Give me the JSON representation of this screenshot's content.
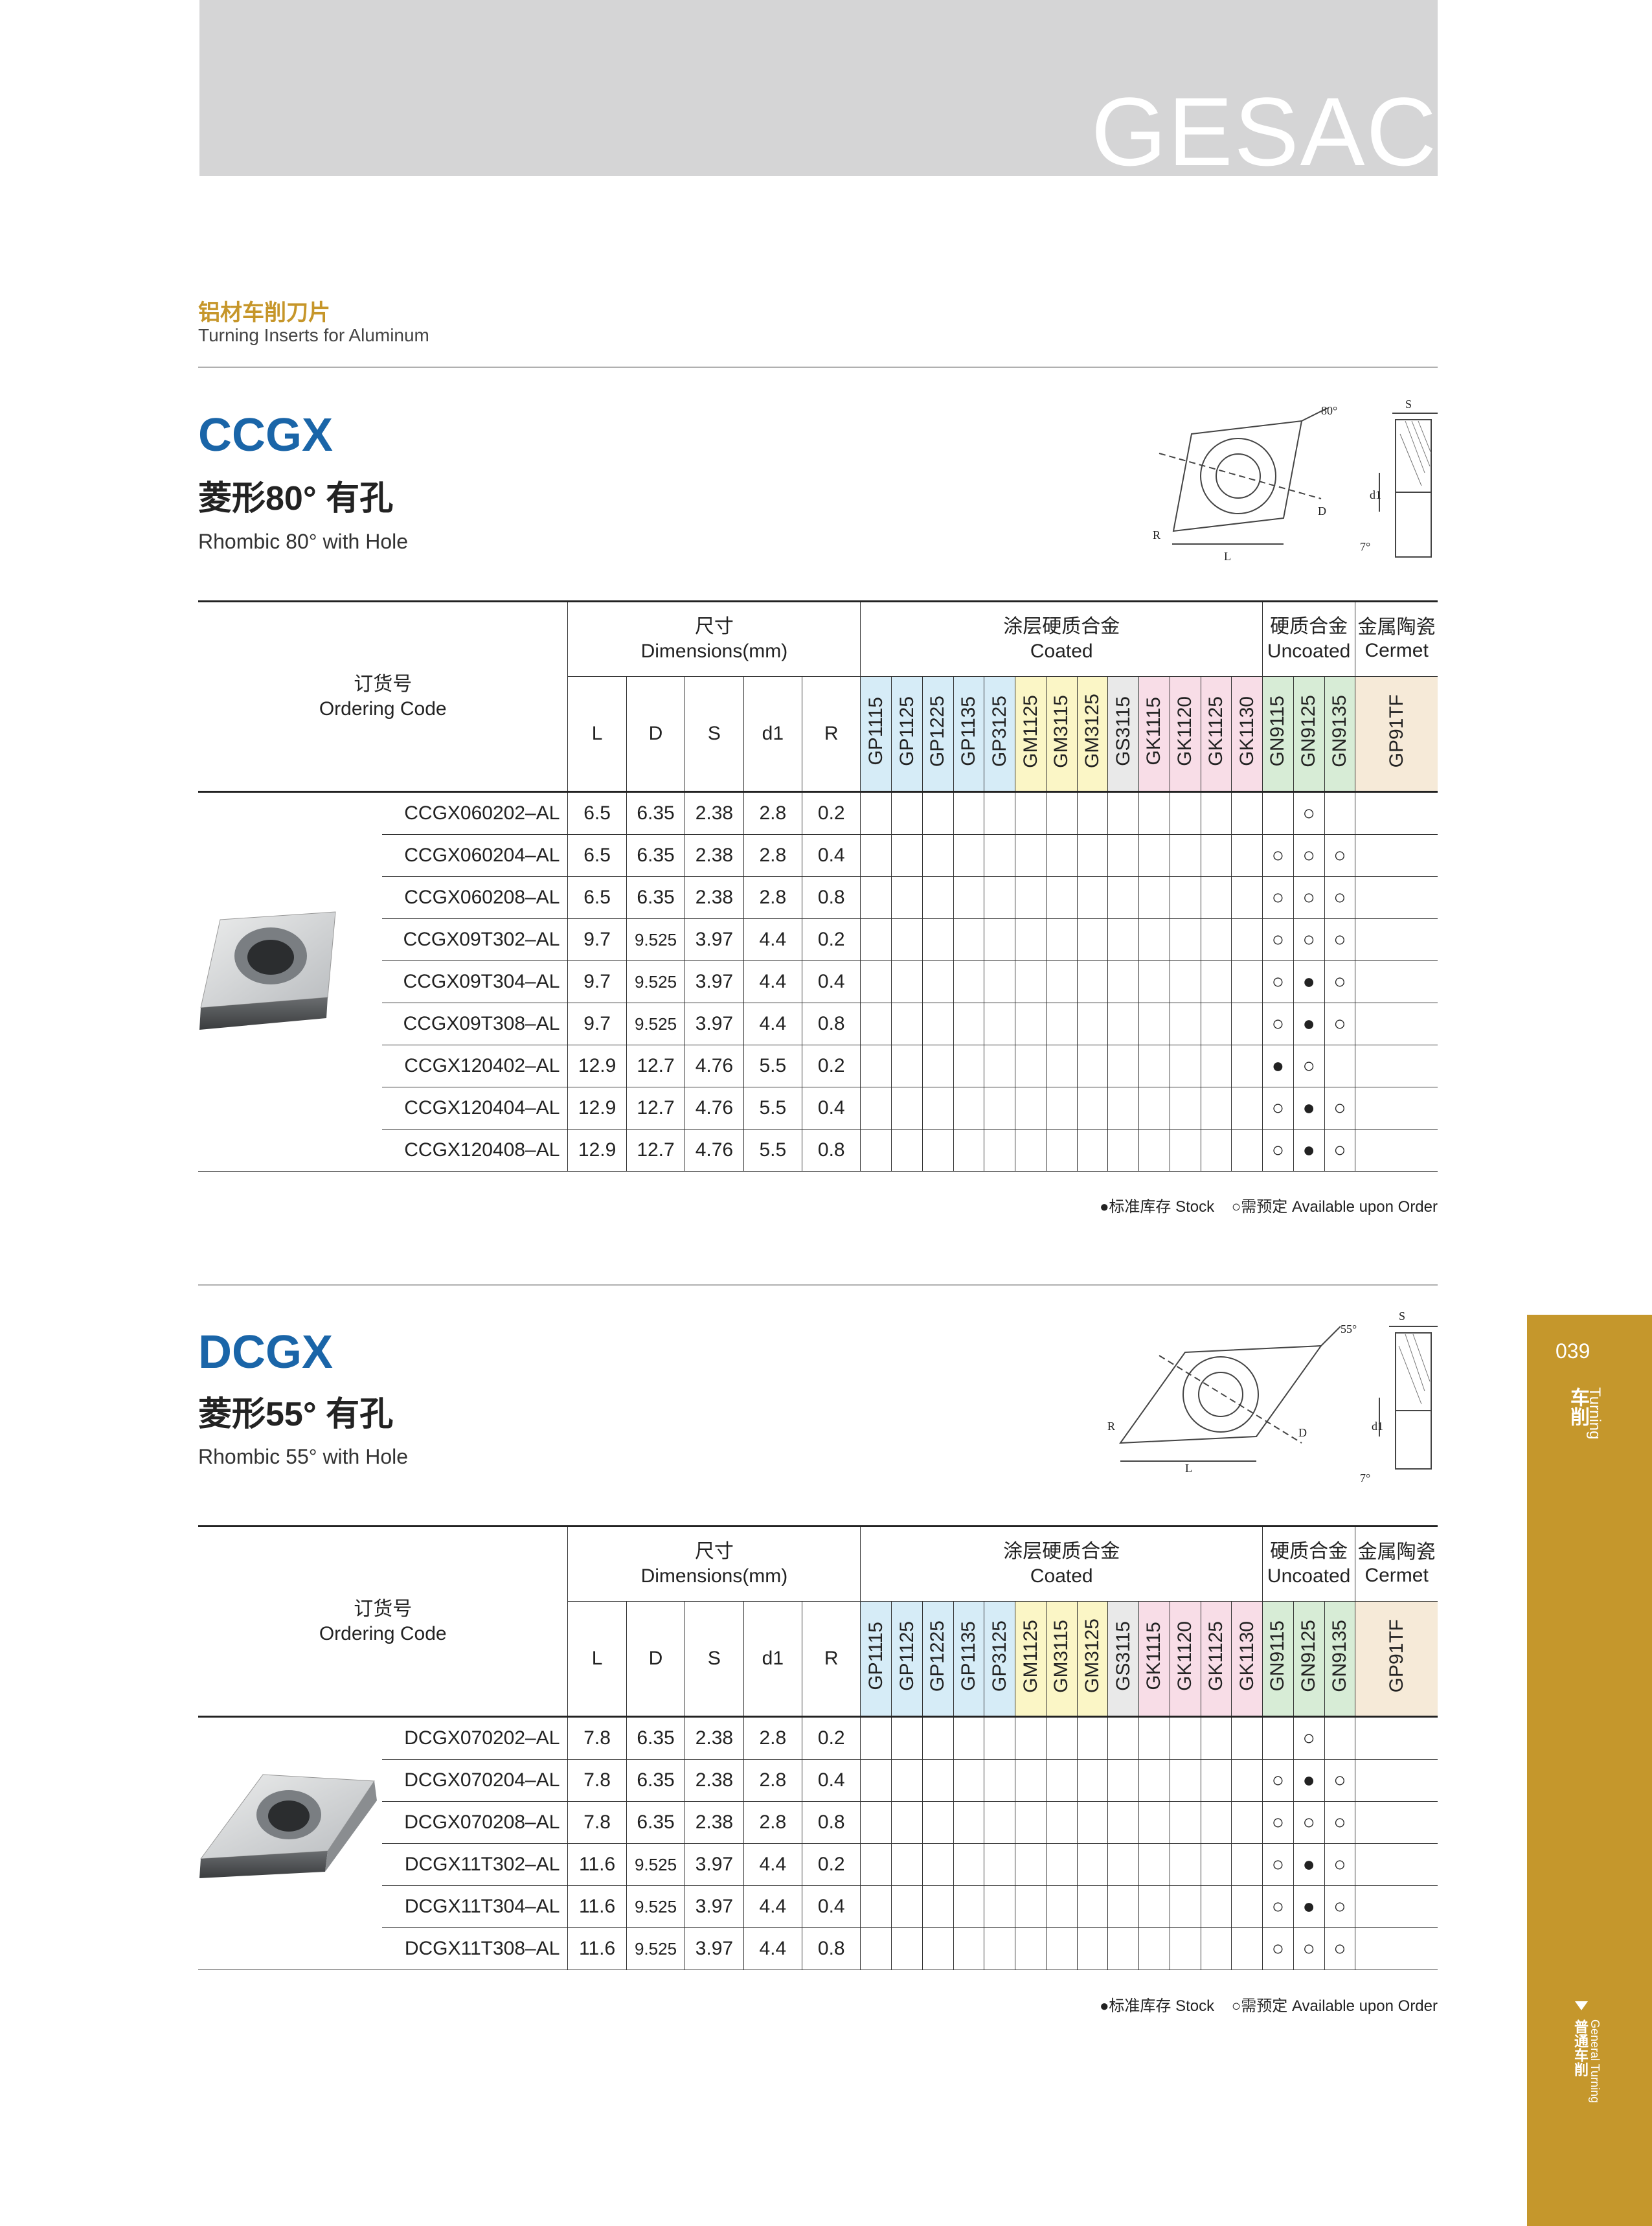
{
  "brand": "GESAC",
  "section": {
    "title_cn": "铝材车削刀片",
    "title_en": "Turning Inserts for Aluminum"
  },
  "headers": {
    "ordering_cn": "订货号",
    "ordering_en": "Ordering Code",
    "dims_cn": "尺寸",
    "dims_en": "Dimensions(mm)",
    "coated_cn": "涂层硬质合金",
    "coated_en": "Coated",
    "uncoated_cn": "硬质合金",
    "uncoated_en": "Uncoated",
    "cermet_cn": "金属陶瓷",
    "cermet_en": "Cermet",
    "dim_cols": [
      "L",
      "D",
      "S",
      "d1",
      "R"
    ],
    "grades": [
      "GP1115",
      "GP1125",
      "GP1225",
      "GP1135",
      "GP3125",
      "GM1125",
      "GM3115",
      "GM3125",
      "GS3115",
      "GK1115",
      "GK1120",
      "GK1125",
      "GK1130",
      "GN9115",
      "GN9125",
      "GN9135",
      "GP91TF"
    ]
  },
  "diagram_labels": {
    "angle1": "80°",
    "angle2": "55°",
    "s": "S",
    "d": "D",
    "d1": "d1",
    "l": "L",
    "r": "R",
    "clearance": "7°"
  },
  "legend": {
    "stock": "●标准库存 Stock",
    "order": "○需预定 Available upon Order"
  },
  "ccgx": {
    "model": "CCGX",
    "shape_cn": "菱形80° 有孔",
    "shape_en": "Rhombic 80° with Hole",
    "rows": [
      {
        "code": "CCGX060202–AL",
        "L": "6.5",
        "D": "6.35",
        "S": "2.38",
        "d1": "2.8",
        "R": "0.2",
        "gn9115": "",
        "gn9125": "○",
        "gn9135": ""
      },
      {
        "code": "CCGX060204–AL",
        "L": "6.5",
        "D": "6.35",
        "S": "2.38",
        "d1": "2.8",
        "R": "0.4",
        "gn9115": "○",
        "gn9125": "○",
        "gn9135": "○"
      },
      {
        "code": "CCGX060208–AL",
        "L": "6.5",
        "D": "6.35",
        "S": "2.38",
        "d1": "2.8",
        "R": "0.8",
        "gn9115": "○",
        "gn9125": "○",
        "gn9135": "○"
      },
      {
        "code": "CCGX09T302–AL",
        "L": "9.7",
        "D": "9.525",
        "S": "3.97",
        "d1": "4.4",
        "R": "0.2",
        "gn9115": "○",
        "gn9125": "○",
        "gn9135": "○"
      },
      {
        "code": "CCGX09T304–AL",
        "L": "9.7",
        "D": "9.525",
        "S": "3.97",
        "d1": "4.4",
        "R": "0.4",
        "gn9115": "○",
        "gn9125": "●",
        "gn9135": "○"
      },
      {
        "code": "CCGX09T308–AL",
        "L": "9.7",
        "D": "9.525",
        "S": "3.97",
        "d1": "4.4",
        "R": "0.8",
        "gn9115": "○",
        "gn9125": "●",
        "gn9135": "○"
      },
      {
        "code": "CCGX120402–AL",
        "L": "12.9",
        "D": "12.7",
        "S": "4.76",
        "d1": "5.5",
        "R": "0.2",
        "gn9115": "●",
        "gn9125": "○",
        "gn9135": ""
      },
      {
        "code": "CCGX120404–AL",
        "L": "12.9",
        "D": "12.7",
        "S": "4.76",
        "d1": "5.5",
        "R": "0.4",
        "gn9115": "○",
        "gn9125": "●",
        "gn9135": "○"
      },
      {
        "code": "CCGX120408–AL",
        "L": "12.9",
        "D": "12.7",
        "S": "4.76",
        "d1": "5.5",
        "R": "0.8",
        "gn9115": "○",
        "gn9125": "●",
        "gn9135": "○"
      }
    ]
  },
  "dcgx": {
    "model": "DCGX",
    "shape_cn": "菱形55° 有孔",
    "shape_en": "Rhombic 55° with Hole",
    "rows": [
      {
        "code": "DCGX070202–AL",
        "L": "7.8",
        "D": "6.35",
        "S": "2.38",
        "d1": "2.8",
        "R": "0.2",
        "gn9115": "",
        "gn9125": "○",
        "gn9135": ""
      },
      {
        "code": "DCGX070204–AL",
        "L": "7.8",
        "D": "6.35",
        "S": "2.38",
        "d1": "2.8",
        "R": "0.4",
        "gn9115": "○",
        "gn9125": "●",
        "gn9135": "○"
      },
      {
        "code": "DCGX070208–AL",
        "L": "7.8",
        "D": "6.35",
        "S": "2.38",
        "d1": "2.8",
        "R": "0.8",
        "gn9115": "○",
        "gn9125": "○",
        "gn9135": "○"
      },
      {
        "code": "DCGX11T302–AL",
        "L": "11.6",
        "D": "9.525",
        "S": "3.97",
        "d1": "4.4",
        "R": "0.2",
        "gn9115": "○",
        "gn9125": "●",
        "gn9135": "○"
      },
      {
        "code": "DCGX11T304–AL",
        "L": "11.6",
        "D": "9.525",
        "S": "3.97",
        "d1": "4.4",
        "R": "0.4",
        "gn9115": "○",
        "gn9125": "●",
        "gn9135": "○"
      },
      {
        "code": "DCGX11T308–AL",
        "L": "11.6",
        "D": "9.525",
        "S": "3.97",
        "d1": "4.4",
        "R": "0.8",
        "gn9115": "○",
        "gn9125": "○",
        "gn9135": "○"
      }
    ]
  },
  "side": {
    "page": "039",
    "cn": "车削",
    "en": "Turning",
    "bottom_cn": "普通车削",
    "bottom_en": "General Turning"
  }
}
